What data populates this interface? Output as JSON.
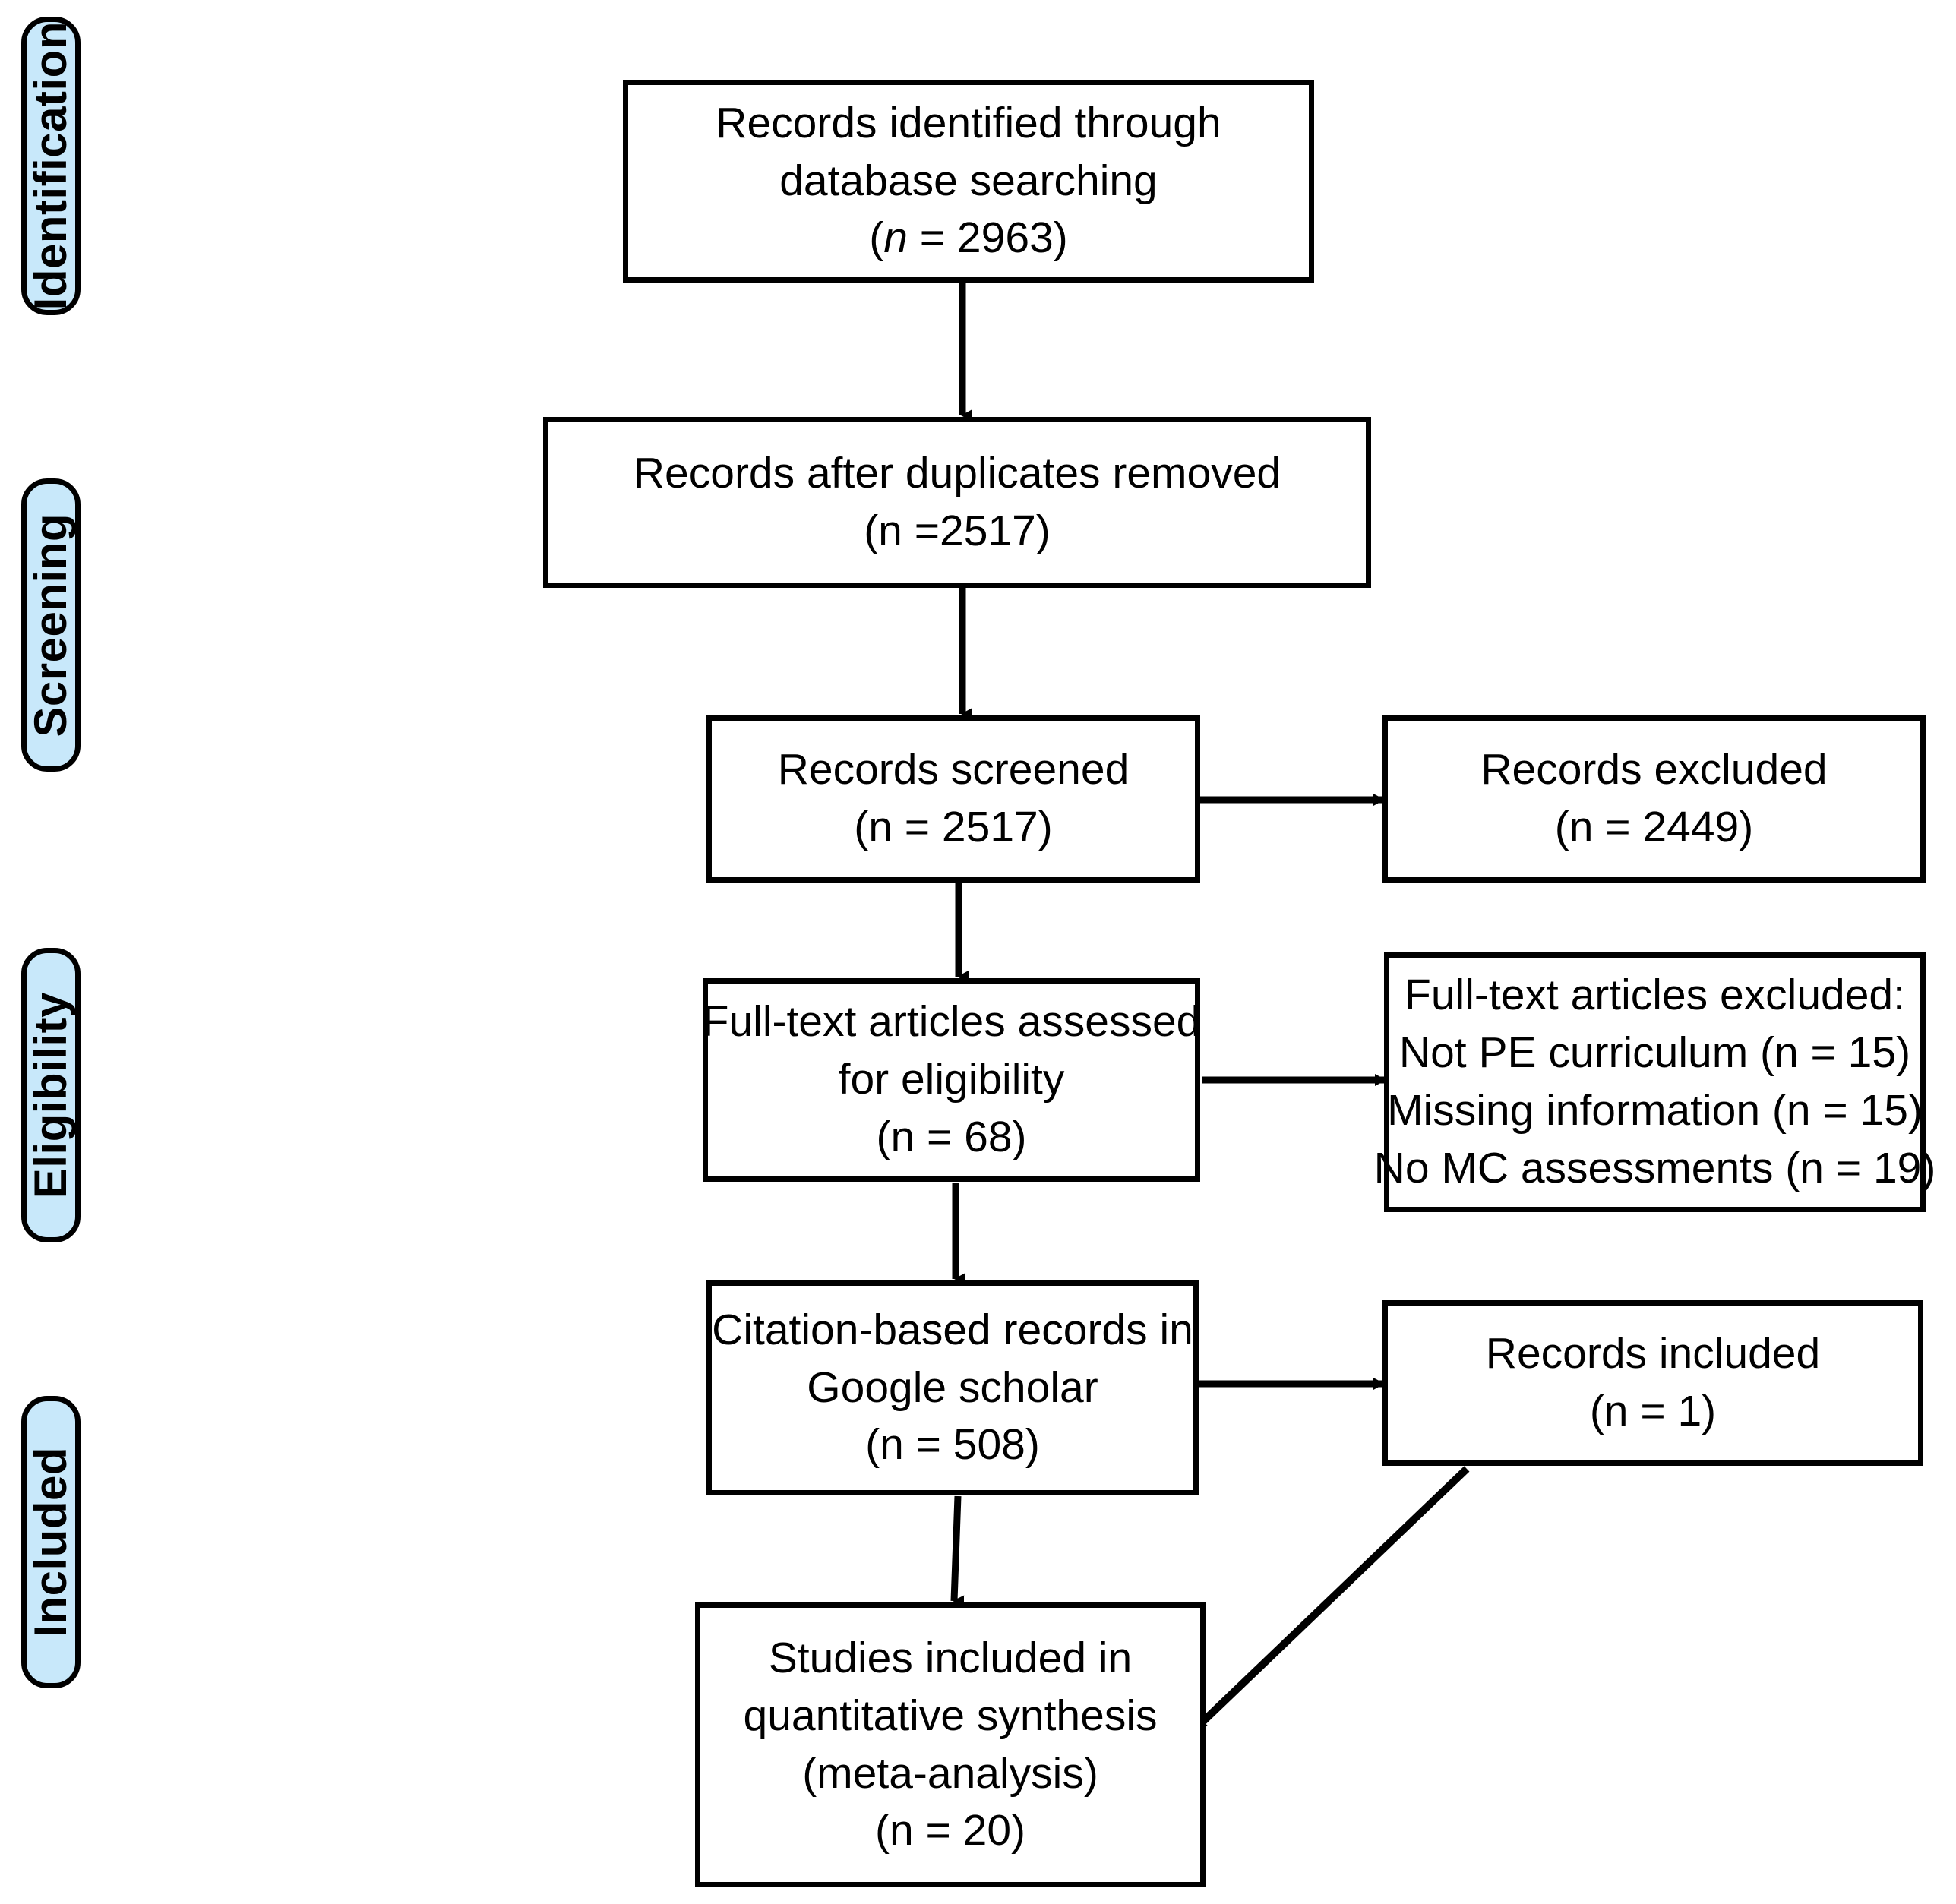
{
  "diagram": {
    "title": "PRISMA flow diagram",
    "type": "prisma-flow-diagram",
    "colors": {
      "stage_pill_fill": "#c8e8fa",
      "stroke": "#000000",
      "box_fill": "#ffffff",
      "background": "#ffffff"
    }
  },
  "stages": [
    {
      "label": "Identification"
    },
    {
      "label": "Screening"
    },
    {
      "label": "Eligibility"
    },
    {
      "label": "Included"
    }
  ],
  "boxes": {
    "records_identified": {
      "lines": [
        "Records identified through",
        "database searching"
      ],
      "count_prefix": "(",
      "count_n": "n",
      "count_suffix": " = 2963)",
      "n_value": 2963
    },
    "records_after_duplicates": {
      "lines": [
        "Records after duplicates removed",
        "(n =2517)"
      ],
      "n_value": 2517
    },
    "records_screened": {
      "lines": [
        "Records screened",
        "(n = 2517)"
      ],
      "n_value": 2517
    },
    "records_excluded": {
      "lines": [
        "Records excluded",
        "(n = 2449)"
      ],
      "n_value": 2449
    },
    "fulltext_assessed": {
      "lines": [
        "Full-text articles assessed",
        "for eligibility",
        "(n = 68)"
      ],
      "n_value": 68
    },
    "fulltext_excluded": {
      "lines": [
        "Full-text articles excluded:",
        "Not PE curriculum (n = 15)",
        "Missing information (n = 15)",
        "No MC assessments (n = 19)"
      ],
      "reasons": [
        {
          "reason": "Not PE curriculum",
          "n": 15
        },
        {
          "reason": "Missing information",
          "n": 15
        },
        {
          "reason": "No MC assessments",
          "n": 19
        }
      ]
    },
    "citation_based": {
      "lines": [
        "Citation-based records in",
        "Google scholar",
        "(n = 508)"
      ],
      "n_value": 508
    },
    "records_included": {
      "lines": [
        "Records included",
        "(n = 1)"
      ],
      "n_value": 1
    },
    "studies_included": {
      "lines": [
        "Studies included in",
        "quantitative synthesis",
        "(meta-analysis)",
        "(n = 20)"
      ],
      "n_value": 20
    }
  }
}
